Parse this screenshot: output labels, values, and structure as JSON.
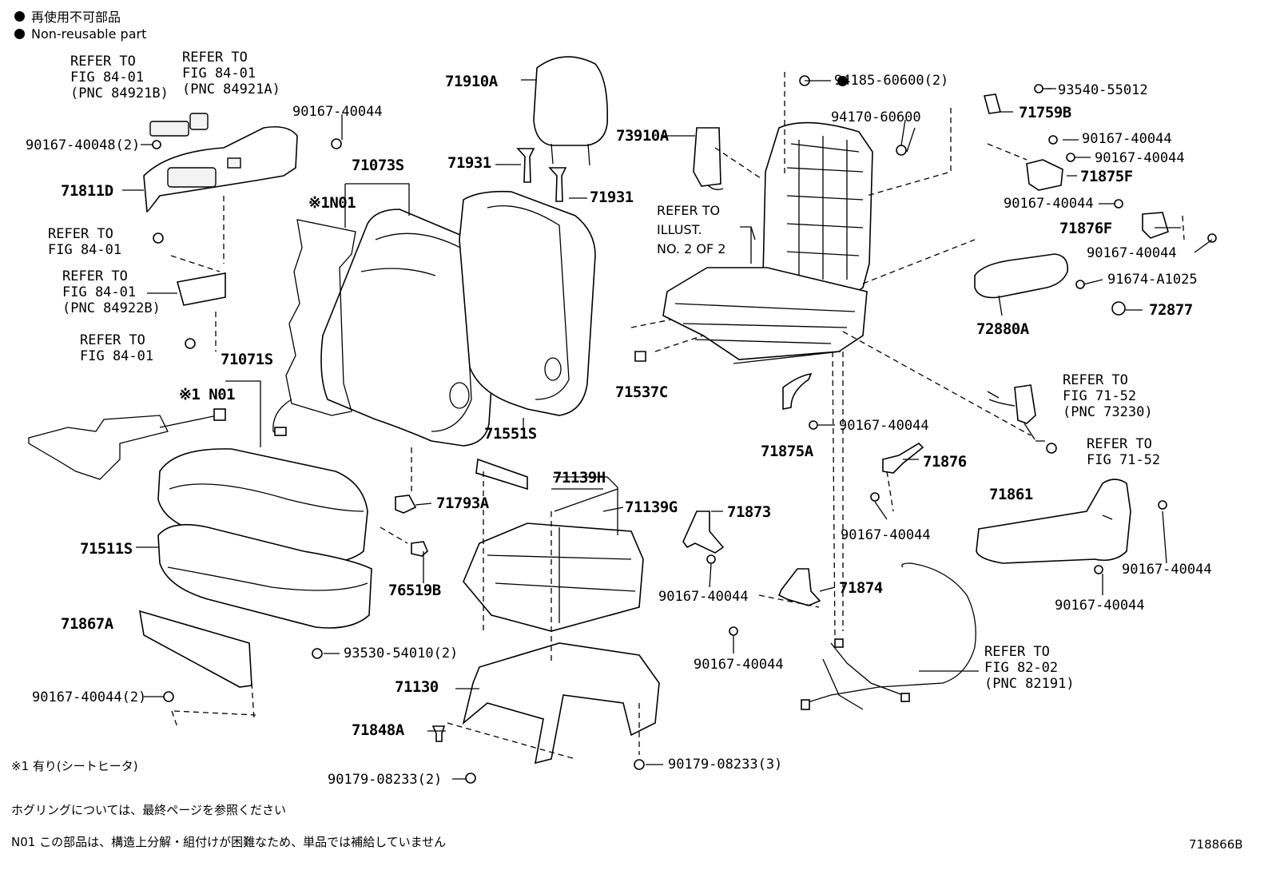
{
  "legend": {
    "jp": "再使用不可部品",
    "en": "Non-reusable part"
  },
  "refs": {
    "r1": [
      "REFER TO",
      "FIG 84-01",
      "(PNC 84921B)"
    ],
    "r2": [
      "REFER TO",
      "FIG 84-01",
      "(PNC 84921A)"
    ],
    "r3": [
      "REFER TO",
      "FIG 84-01"
    ],
    "r4": [
      "REFER TO",
      "FIG 84-01",
      "(PNC 84922B)"
    ],
    "r5": [
      "REFER TO",
      "FIG 84-01"
    ],
    "r6": [
      "REFER TO",
      "ILLUST.",
      "NO. 2 OF 2"
    ],
    "r7": [
      "REFER TO",
      "FIG 71-52",
      "(PNC 73230)"
    ],
    "r8": [
      "REFER TO",
      "FIG 71-52"
    ],
    "r9": [
      "REFER TO",
      "FIG 82-02",
      "(PNC 82191)"
    ]
  },
  "parts": {
    "p71910A": "71910A",
    "p71931a": "71931",
    "p71931b": "71931",
    "p73910A": "73910A",
    "p94185": "94185-60600(2)",
    "p94170": "94170-60600",
    "p93540": "93540-55012",
    "p71759B": "71759B",
    "p90167_a": "90167-40044",
    "p90167_b": "90167-40044",
    "p90167_c": "90167-40044",
    "p90167_d": "90167-40044",
    "p90167_e": "90167-40044",
    "p90167_f": "90167-40044",
    "p90167_g": "90167-40044",
    "p90167_h": "90167-40044",
    "p90167_i": "90167-40044",
    "p90167_j": "90167-40044",
    "p90167_k": "90167-40044",
    "p90167_l": "90167-40044(2)",
    "p90167_48": "90167-40048(2)",
    "p71875F": "71875F",
    "p71876F": "71876F",
    "p91674": "91674-A1025",
    "p72877": "72877",
    "p72880A": "72880A",
    "p71811D": "71811D",
    "p71073S": "71073S",
    "pN01a": "※1N01",
    "pN01b": "※1 N01",
    "p71071S": "71071S",
    "p71551S": "71551S",
    "p71537C": "71537C",
    "p71875A": "71875A",
    "p71876": "71876",
    "p71139H": "71139H",
    "p71139G": "71139G",
    "p71873": "71873",
    "p71793A": "71793A",
    "p71511S": "71511S",
    "p76519B": "76519B",
    "p71874": "71874",
    "p71861": "71861",
    "p71867A": "71867A",
    "p93530": "93530-54010(2)",
    "p71130": "71130",
    "p71848A": "71848A",
    "p90179a": "90179-08233(2)",
    "p90179b": "90179-08233(3)"
  },
  "notes": {
    "n1": "※1  有り(シートヒータ)",
    "n2": "ホグリングについては、最終ページを参照ください",
    "n3": "N01 この部品は、構造上分解・組付けが困難なため、単品では補給していません"
  },
  "figure_id": "718866B",
  "icons": [
    "filled-dot-icon"
  ]
}
